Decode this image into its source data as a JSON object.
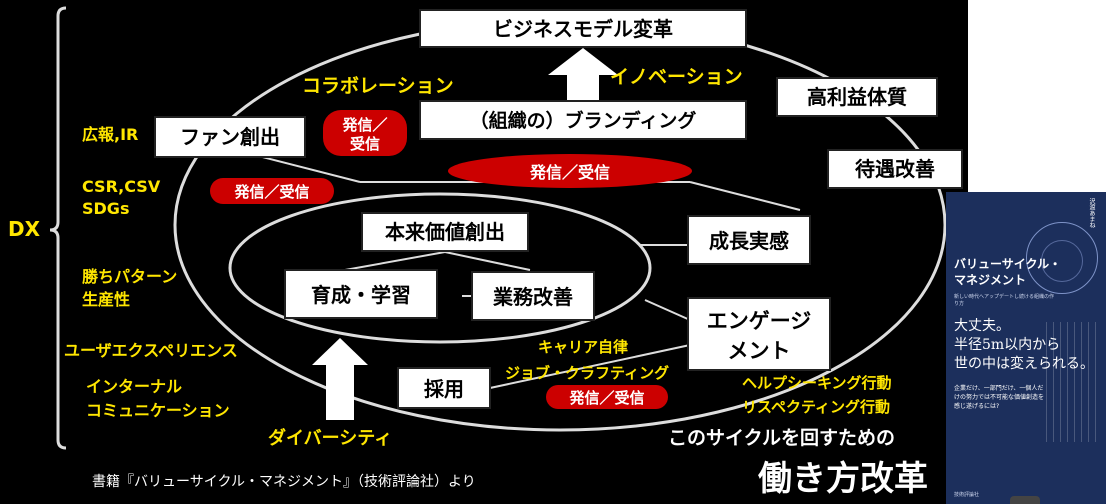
{
  "title": "ビジネスモデル変革",
  "left_label": "DX",
  "boxes": {
    "branding": "（組織の）ブランディング",
    "fan": "ファン創出",
    "profit": "高利益体質",
    "treatment": "待遇改善",
    "value": "本来価値創出",
    "growth_feel": "成長実感",
    "training": "育成・学習",
    "improvement": "業務改善",
    "engagement_1": "エンゲージ",
    "engagement_2": "メント",
    "hiring": "採用"
  },
  "pills": {
    "fan": [
      "発信／",
      "受信"
    ],
    "left": "発信／受信",
    "center": "発信／受信",
    "bottom": "発信／受信"
  },
  "yellow_labels": {
    "collab": "コラボレーション",
    "innovation": "イノベーション",
    "pr": "広報,IR",
    "csr": "CSR,CSV",
    "sdgs": "SDGs",
    "winpattern": "勝ちパターン",
    "productivity": "生産性",
    "ux": "ユーザエクスペリエンス",
    "internal": "インターナル",
    "communication": "コミュニケーション",
    "diversity": "ダイバーシティ",
    "career": "キャリア自律",
    "job_crafting": "ジョブ・クラフティング",
    "help_seeking": "ヘルプシーキング行動",
    "respecting": "リスペクティング行動"
  },
  "bottom": {
    "cycle": "このサイクルを回すための",
    "workstyle": "働き方改革",
    "source": "書籍『バリューサイクル・マネジメント』（技術評論社）より"
  },
  "book": {
    "author": "沢渡あまね",
    "title_1": "バリューサイクル・",
    "title_2": "マネジメント",
    "subtitle": "新しい時代へアップデートし続ける組織の作り方",
    "headline_1": "大丈夫。",
    "headline_2": "半径5m以内から",
    "headline_3": "世の中は変えられる。",
    "blurb": "企業だけ、一部門だけ、一個人だけの努力では不可能な価値創造を感じ遂げるには?",
    "publisher": "技術評論社"
  },
  "colors": {
    "background": "#000000",
    "accent_yellow": "#ffe600",
    "pill_red": "#cc0000",
    "arrow": "#ffffff",
    "book_blue": "#1c2f5c"
  }
}
